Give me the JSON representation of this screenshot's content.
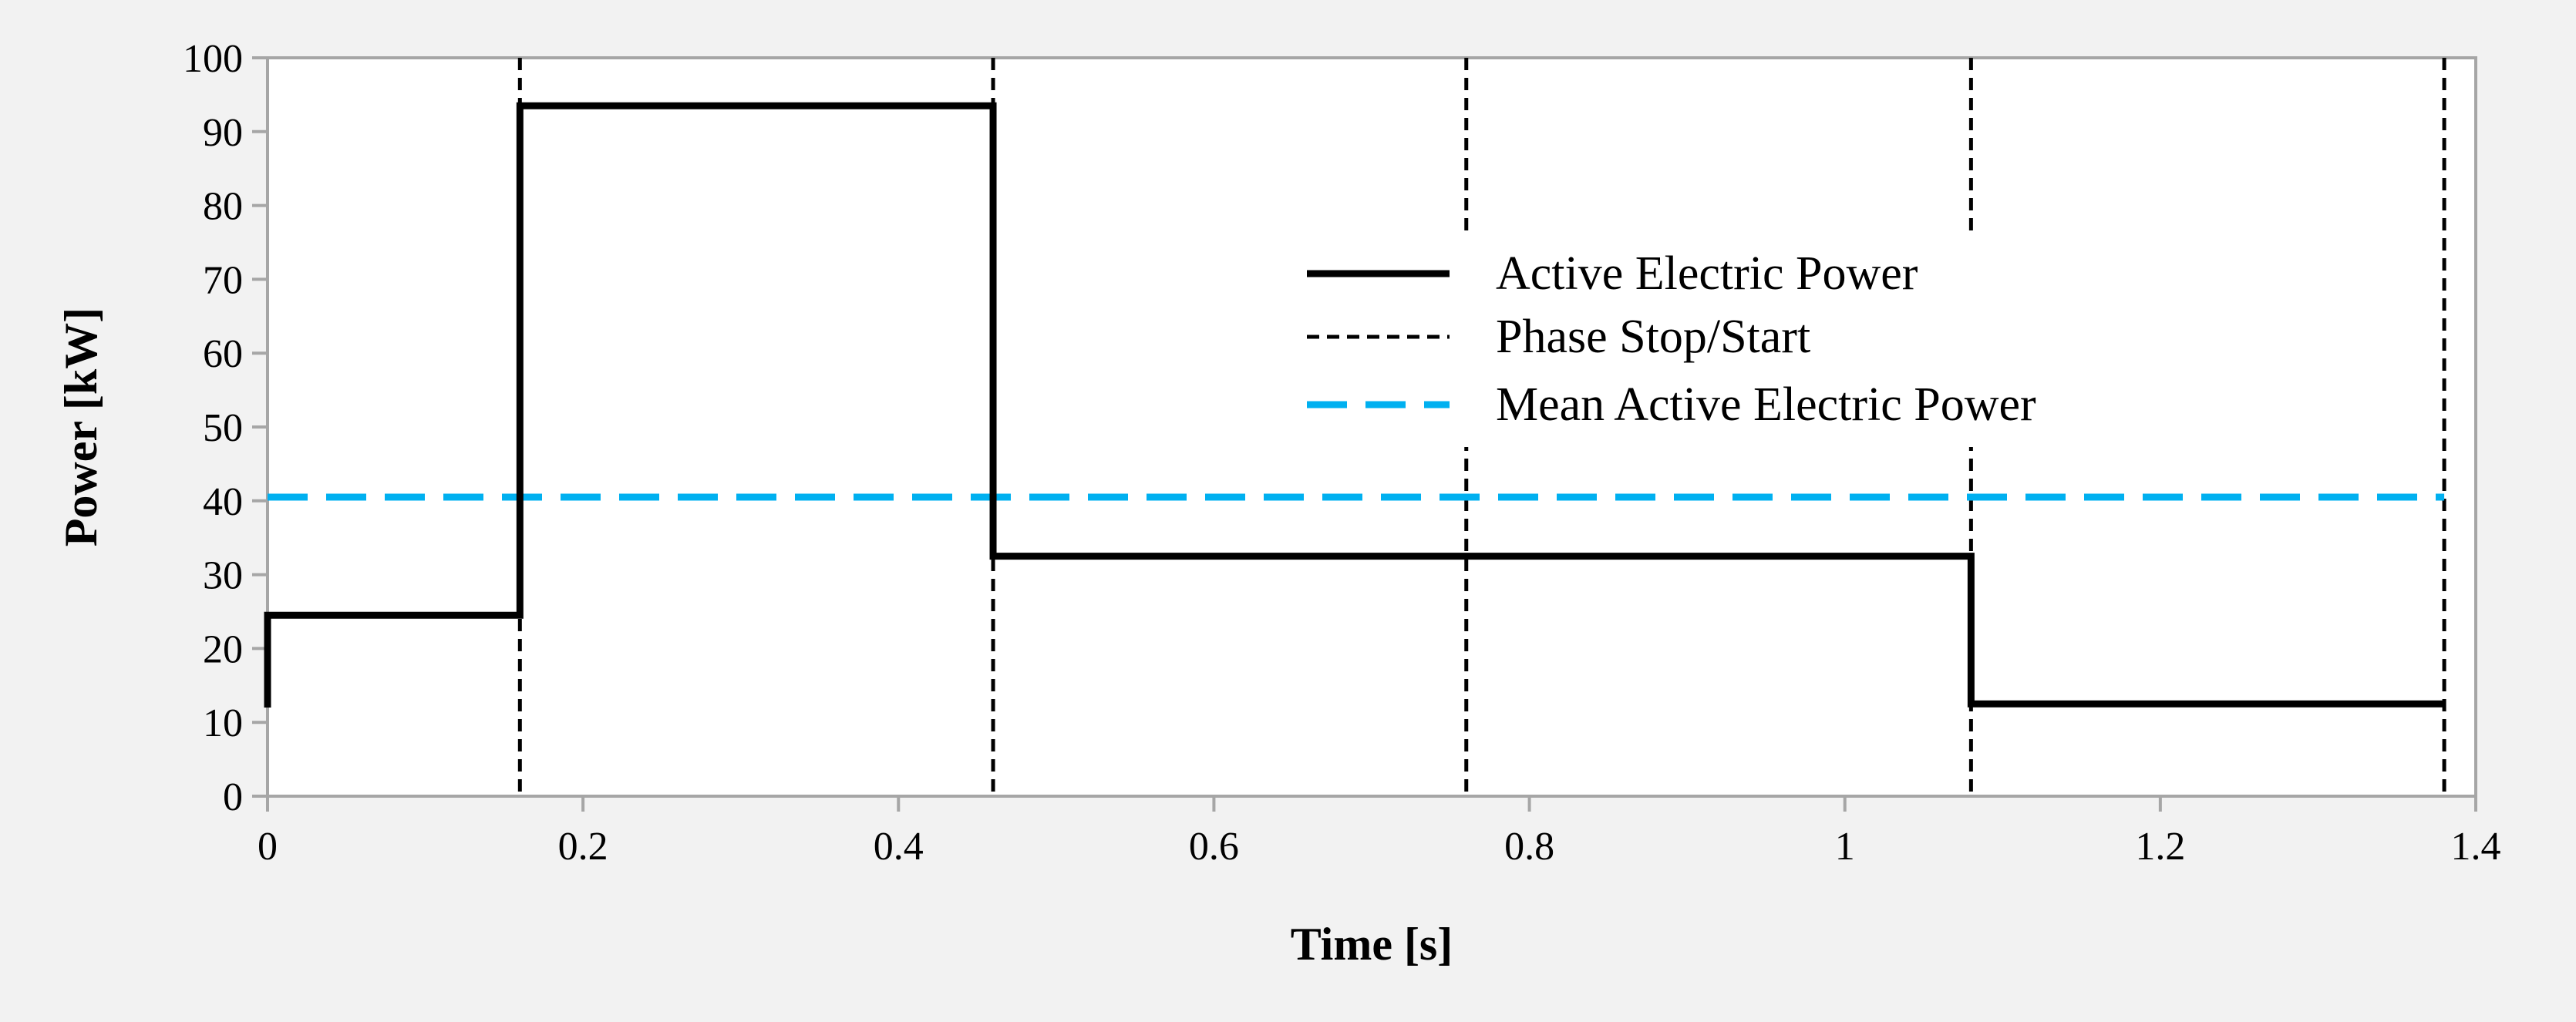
{
  "chart_data": {
    "type": "line",
    "xlabel": "Time [s]",
    "ylabel": "Power [kW]",
    "xlim": [
      0,
      1.4
    ],
    "ylim": [
      0,
      100
    ],
    "xticks": [
      0,
      0.2,
      0.4,
      0.6,
      0.8,
      1,
      1.2,
      1.4
    ],
    "xtick_labels": [
      "0",
      "0.2",
      "0.4",
      "0.6",
      "0.8",
      "1",
      "1.2",
      "1.4"
    ],
    "yticks": [
      0,
      10,
      20,
      30,
      40,
      50,
      60,
      70,
      80,
      90,
      100
    ],
    "ytick_labels": [
      "0",
      "10",
      "20",
      "30",
      "40",
      "50",
      "60",
      "70",
      "80",
      "90",
      "100"
    ],
    "grid": false,
    "legend_position": "upper-right",
    "series": [
      {
        "name": "Active Electric Power",
        "style": "solid",
        "color": "#000000",
        "x": [
          0,
          0,
          0.16,
          0.16,
          0.46,
          0.46,
          1.08,
          1.08,
          1.38
        ],
        "y": [
          12,
          24.5,
          24.5,
          93.5,
          93.5,
          32.5,
          32.5,
          12.5,
          12.5
        ]
      },
      {
        "name": "Phase Stop/Start",
        "style": "dotted",
        "color": "#000000",
        "x_positions": [
          0.16,
          0.46,
          0.76,
          1.08,
          1.38
        ]
      },
      {
        "name": "Mean Active Electric Power",
        "style": "dashed",
        "color": "#00b0f0",
        "x": [
          0,
          1.38
        ],
        "y": [
          40.5,
          40.5
        ]
      }
    ]
  }
}
